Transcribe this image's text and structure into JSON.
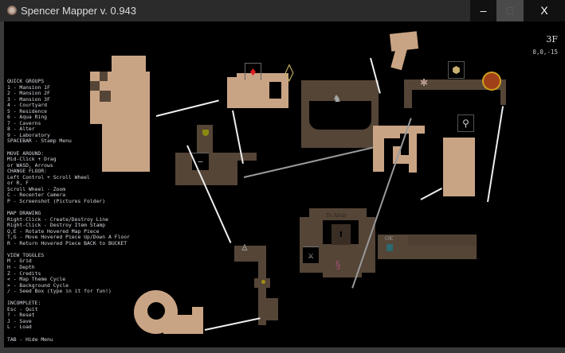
{
  "window": {
    "title": "Spencer Mapper v. 0.943",
    "minimize": "–",
    "maximize": "□",
    "close": "X"
  },
  "status": {
    "floor": "3F",
    "coords": "0,0,-15"
  },
  "menu": {
    "lines": [
      "QUICK GROUPS",
      "1 - Mansion 1F",
      "2 - Mansion 2F",
      "3 - Mansion 3F",
      "4 - Courtyard",
      "5 - Residence",
      "6 - Aqua Ring",
      "7 - Caverns",
      "8 - Alter",
      "9 - Laboratory",
      "SPACEBAR - Stamp Menu",
      "",
      "MOVE AROUND:",
      "Mid-Click + Drag",
      "or WASD, Arrows",
      "CHANGE FLOOR:",
      "Left Control + Scroll Wheel",
      "or R, F",
      "Scroll Wheel - Zoom",
      "C - Recenter Camera",
      "P - Screenshot (Pictures Folder)",
      "",
      "MAP DRAWING",
      "Right-Click - Create/Destroy Line",
      "Right-Click - Destroy Item Stamp",
      "Q,E - Rotate Hovered Map Piece",
      "T,G - Move Hovered Piece Up/Down A Floor",
      "R - Return Hovered Piece BACK to BUCKET",
      "",
      "VIEW TOGGLES",
      "M - Grid",
      "H - Depth",
      "Z - Credits",
      "< - Map Theme Cycle",
      "> - Background Cycle",
      "/ - Seed Box (type in it for fun!)",
      "",
      "INCOMPLETE:",
      "Esc - Quit",
      "? - Reset",
      "J - Save",
      "L - Load",
      "",
      "TAB - Hide Menu"
    ]
  },
  "map_labels": {
    "altar": "To Altar",
    "ok": "OK"
  },
  "colors": {
    "tan": "#c9a484",
    "dark": "#554537",
    "line": "#eeeeee"
  }
}
